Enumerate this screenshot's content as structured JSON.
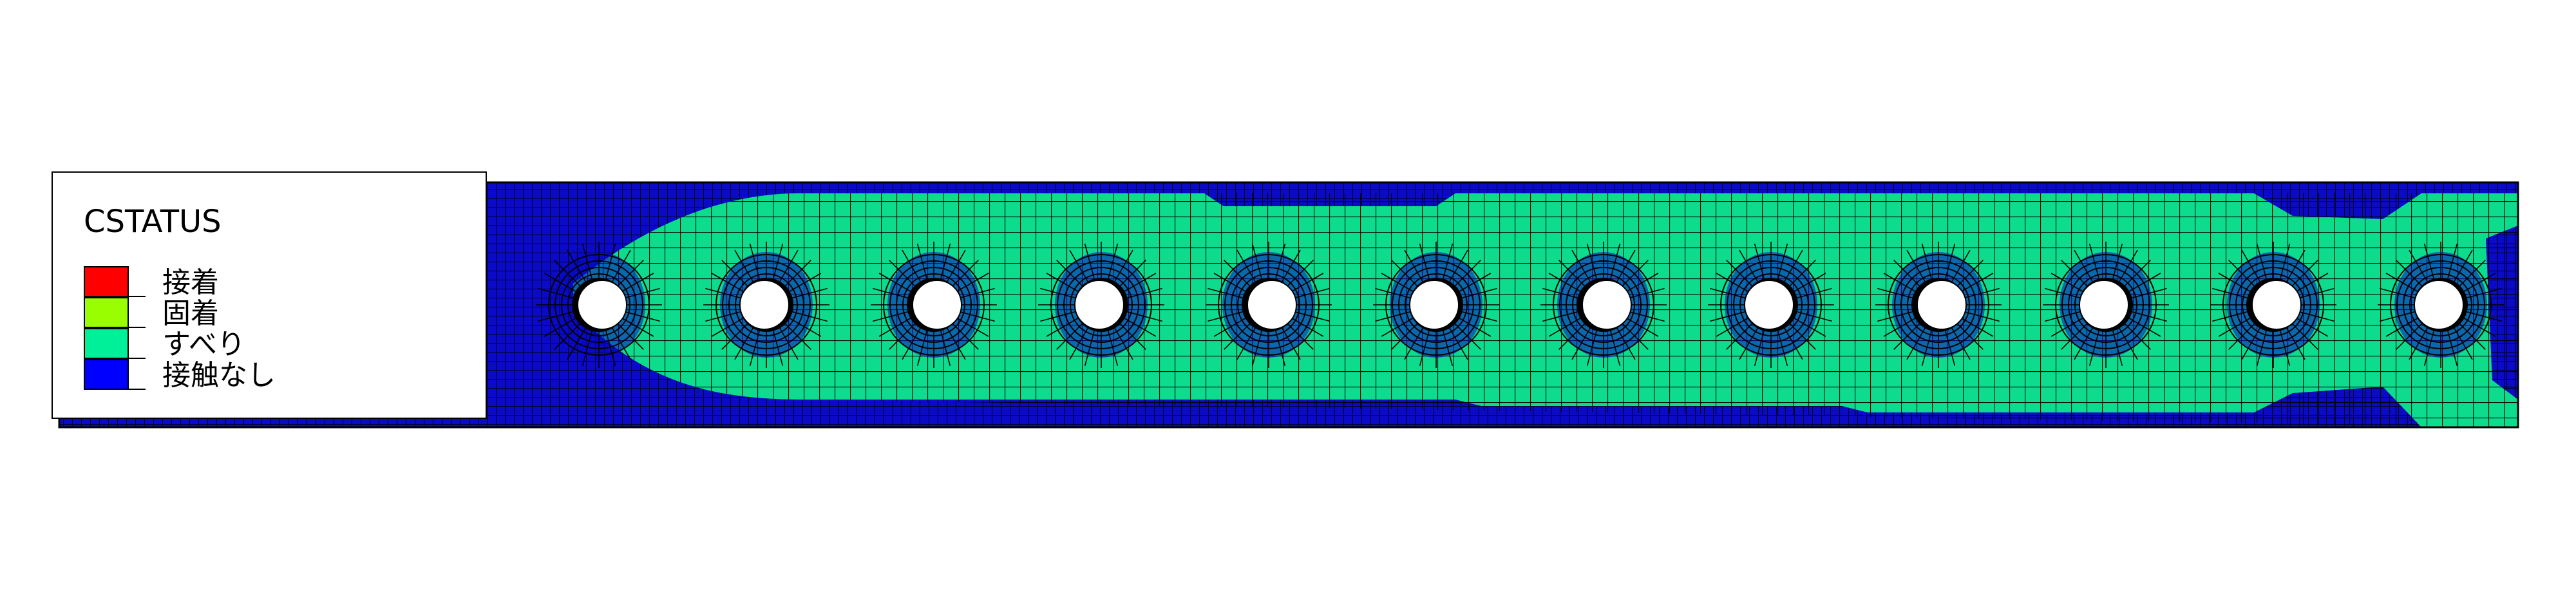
{
  "legend": {
    "title": "CSTATUS",
    "items": [
      {
        "label": "接着",
        "color": "#ff0000"
      },
      {
        "label": "固着",
        "color": "#99ff00"
      },
      {
        "label": "すべり",
        "color": "#00f09a"
      },
      {
        "label": "接触なし",
        "color": "#0000ff"
      }
    ]
  },
  "model": {
    "contact_color": "#0cdc8c",
    "no_contact_color": "#0a0ac8",
    "mesh_line_color": "#000000",
    "hole_count": 12
  }
}
